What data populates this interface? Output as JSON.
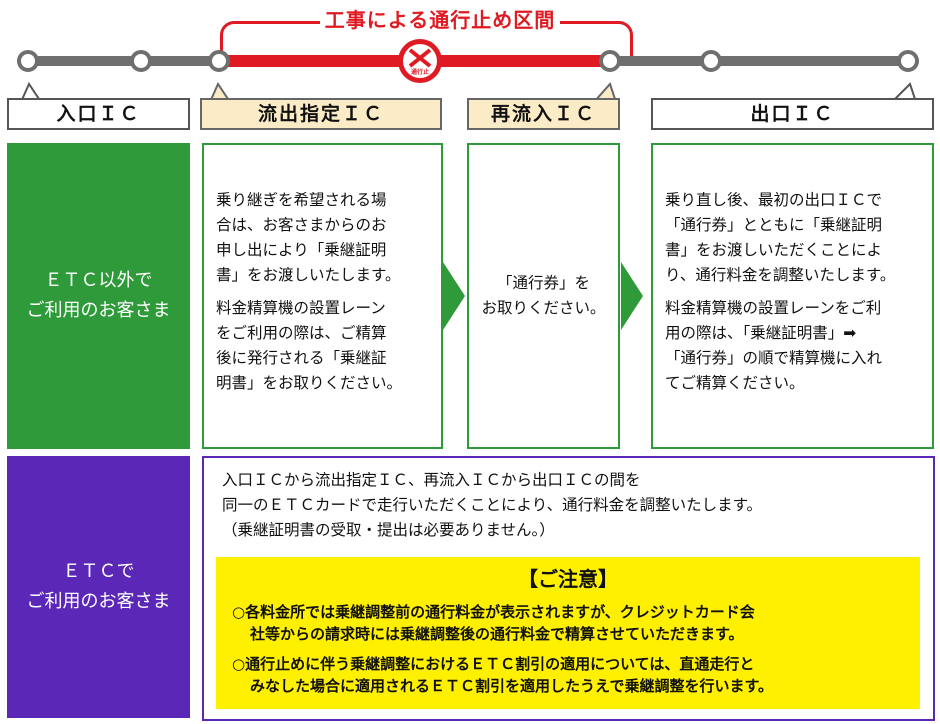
{
  "closure": {
    "title": "工事による通行止め区間",
    "sign_text": "通行止",
    "color": "#e01a22"
  },
  "ic_labels": {
    "entry": "入口ＩＣ",
    "designated_exit": "流出指定ＩＣ",
    "reentry": "再流入ＩＣ",
    "exit": "出口ＩＣ"
  },
  "rows": {
    "non_etc": {
      "label_lines": [
        "ＥＴＣ以外で",
        "ご利用のお客さま"
      ],
      "designated_exit_text": [
        [
          "乗り継ぎを希望される場",
          "合は、お客さまからのお",
          "申し出により「乗継証明",
          "書」をお渡しいたします。"
        ],
        [
          "料金精算機の設置レーン",
          "をご利用の際は、ご精算",
          "後に発行される「乗継証",
          "明書」をお取りください。"
        ]
      ],
      "reentry_text": [
        "「通行券」を",
        "お取りください。"
      ],
      "exit_text": [
        [
          "乗り直し後、最初の出口ＩＣで",
          "「通行券」とともに「乗継証明",
          "書」をお渡しいただくことによ",
          "り、通行料金を調整いたします。"
        ],
        [
          "料金精算機の設置レーンをご利",
          "用の際は、「乗継証明書」➡",
          "「通行券」の順で精算機に入れ",
          "てご精算ください。"
        ]
      ]
    },
    "etc": {
      "label_lines": [
        "ＥＴＣで",
        "ご利用のお客さま"
      ],
      "text_lines": [
        "入口ＩＣから流出指定ＩＣ、再流入ＩＣから出口ＩＣの間を",
        "同一のＥＴＣカードで走行いただくことにより、通行料金を調整いたします。",
        "（乗継証明書の受取・提出は必要ありません。）"
      ],
      "notice": {
        "title": "【ご注意】",
        "items": [
          [
            "○各料金所では乗継調整前の通行料金が表示されますが、クレジットカード会",
            "社等からの請求時には乗継調整後の通行料金で精算させていただきます。"
          ],
          [
            "○通行止めに伴う乗継調整におけるＥＴＣ割引の適用については、直通走行と",
            "みなした場合に適用されるＥＴＣ割引を適用したうえで乗継調整を行います。"
          ]
        ]
      }
    }
  },
  "colors": {
    "green": "#2f9a3a",
    "purple": "#5b27b7",
    "yellow": "#fff000",
    "beige": "#fbecc7",
    "road_gray": "#6f6f6f"
  }
}
